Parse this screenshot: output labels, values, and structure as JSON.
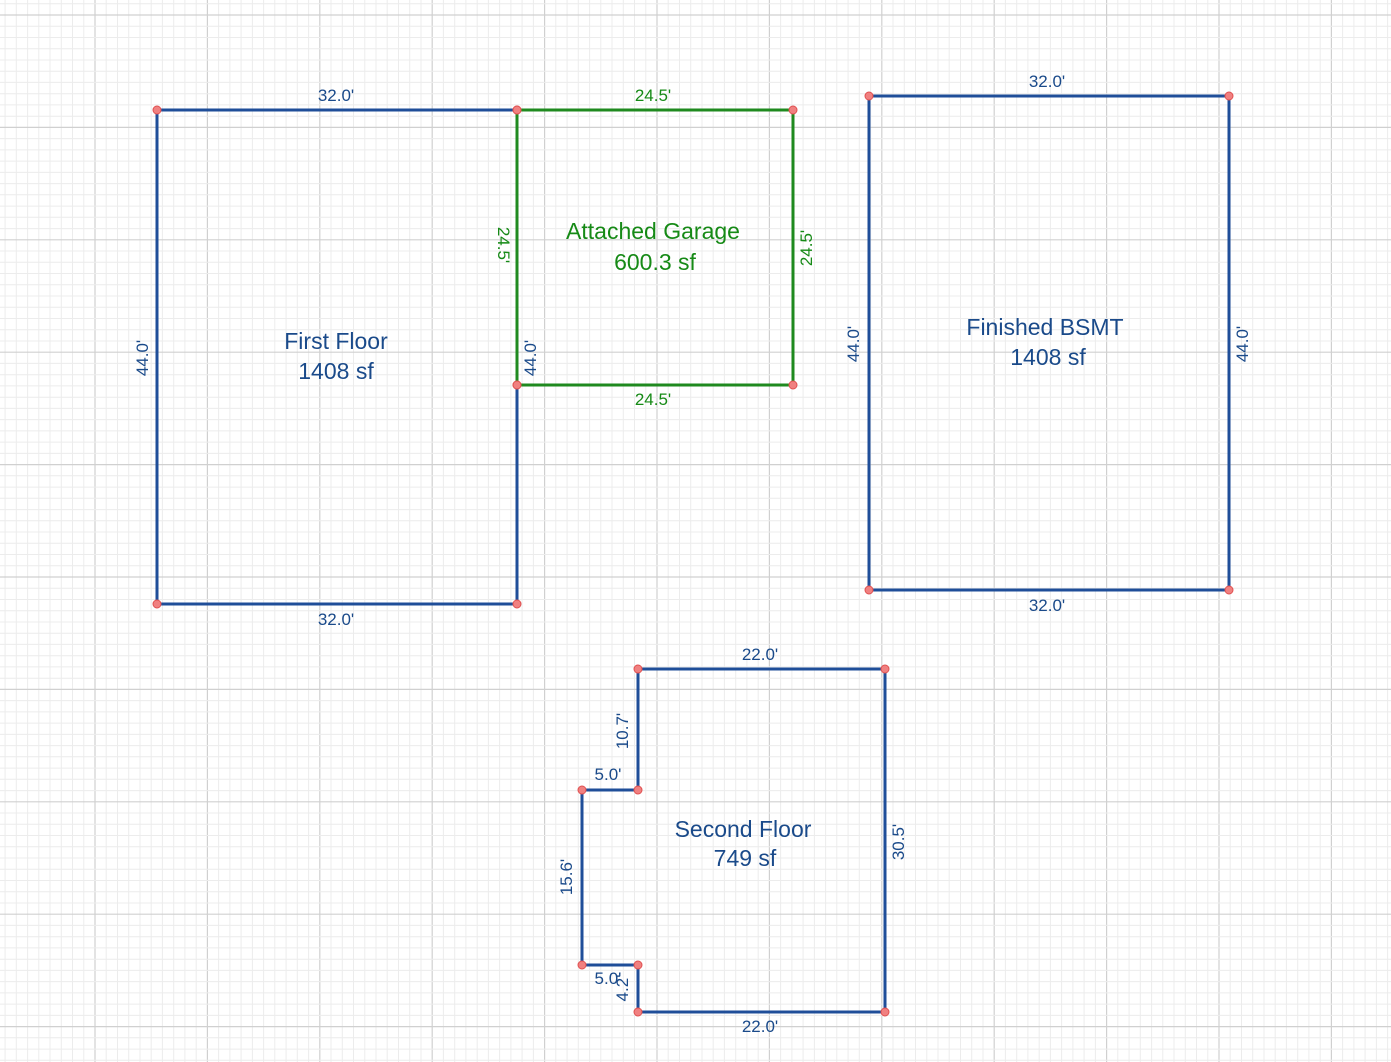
{
  "colors": {
    "blue_wall": "#1f4e99",
    "green_wall": "#1f8a1f",
    "vertex": "#f08080",
    "grid_minor": "#ececec",
    "grid_major": "#d0d0d0"
  },
  "rooms": {
    "first_floor": {
      "name": "First Floor",
      "area": "1408 sf",
      "dims": {
        "top": "32.0'",
        "bottom": "32.0'",
        "left": "44.0'",
        "right": "44.0'"
      }
    },
    "garage": {
      "name": "Attached Garage",
      "area": "600.3 sf",
      "dims": {
        "top": "24.5'",
        "bottom": "24.5'",
        "left": "24.5'",
        "right": "24.5'"
      }
    },
    "basement": {
      "name": "Finished BSMT",
      "area": "1408 sf",
      "dims": {
        "top": "32.0'",
        "bottom": "32.0'",
        "left": "44.0'",
        "right": "44.0'"
      }
    },
    "second_floor": {
      "name": "Second Floor",
      "area": "749 sf",
      "dims": {
        "top": "22.0'",
        "bottom": "22.0'",
        "right": "30.5'",
        "upper_left": "10.7'",
        "upper_step": "5.0'",
        "notch_left": "15.6'",
        "lower_step": "5.0'",
        "lower_left": "4.2'"
      }
    }
  }
}
